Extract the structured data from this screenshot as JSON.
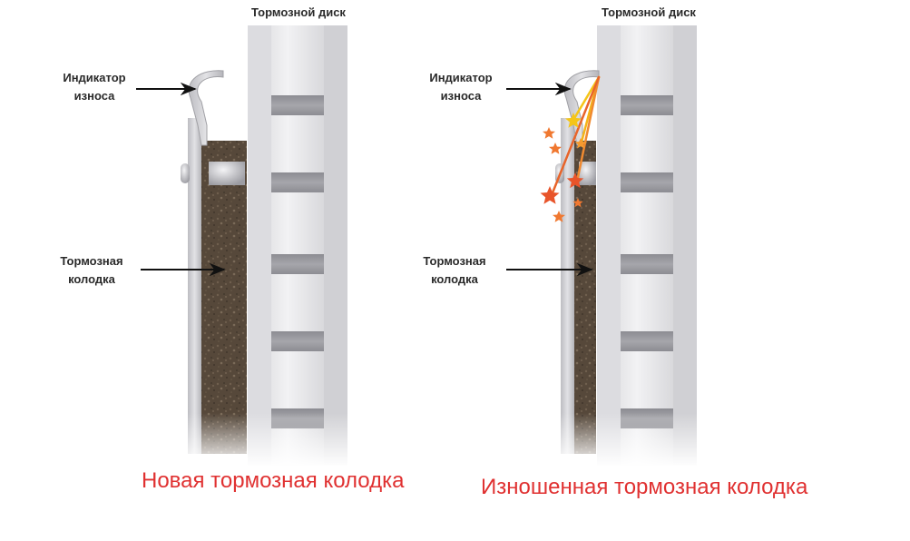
{
  "left": {
    "disk_label": "Тормозной диск",
    "indicator_label": [
      "Индикатор",
      "износа"
    ],
    "pad_label": [
      "Тормозная",
      "колодка"
    ],
    "caption": "Новая тормозная колодка"
  },
  "right": {
    "disk_label": "Тормозной диск",
    "indicator_label": [
      "Индикатор",
      "износа"
    ],
    "pad_label": [
      "Тормозная",
      "колодка"
    ],
    "caption": "Изношенная тормозная колодка"
  },
  "colors": {
    "caption": "#e03131",
    "text": "#2a2a2a",
    "disk_light": "#e6e6e8",
    "disk_dark": "#9a9a9e",
    "pad_material": "#5a4b3c",
    "spark_orange": "#f08030",
    "spark_yellow": "#f5c518"
  }
}
